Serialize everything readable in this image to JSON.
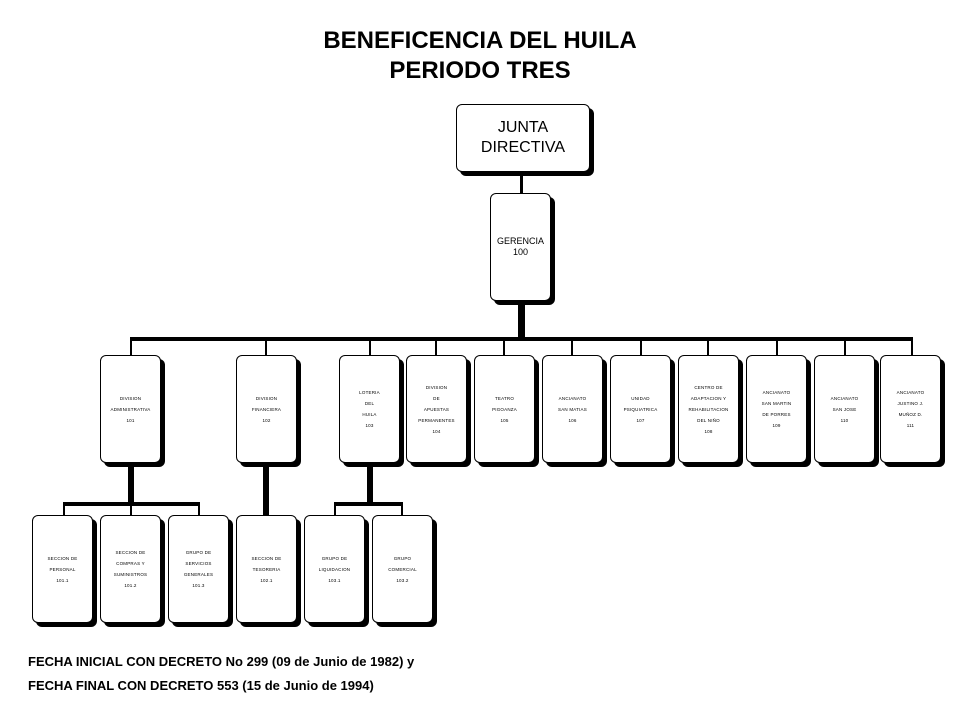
{
  "title": {
    "line1": "BENEFICENCIA DEL HUILA",
    "line2": "PERIODO TRES"
  },
  "org": {
    "root": {
      "lines": [
        "JUNTA",
        "DIRECTIVA"
      ]
    },
    "gerencia": {
      "lines": [
        "GERENCIA",
        "100"
      ]
    },
    "units": [
      {
        "lines": [
          "DIVISION",
          "ADMINISTRATIVA",
          "101"
        ]
      },
      {
        "lines": [
          "DIVISION",
          "FINANCIERA",
          "102"
        ]
      },
      {
        "lines": [
          "LOTERIA",
          "DEL",
          "HUILA",
          "103"
        ]
      },
      {
        "lines": [
          "DIVISION",
          "DE",
          "APUESTAS",
          "PERMANENTES",
          "104"
        ]
      },
      {
        "lines": [
          "TEATRO",
          "PIGOANZA",
          "105"
        ]
      },
      {
        "lines": [
          "ANCIANATO",
          "SAN MATIAS",
          "106"
        ]
      },
      {
        "lines": [
          "UNIDAD",
          "PSIQUIATRICA",
          "107"
        ]
      },
      {
        "lines": [
          "CENTRO DE",
          "ADAPTACION Y",
          "REHABILITACION",
          "DEL NIÑO",
          "108"
        ]
      },
      {
        "lines": [
          "ANCIANATO",
          "SAN MARTIN",
          "DE PORRES",
          "109"
        ]
      },
      {
        "lines": [
          "ANCIANATO",
          "SAN JOSE",
          "110"
        ]
      },
      {
        "lines": [
          "ANCIANATO",
          "JUSTINO J.",
          "MUÑOZ D.",
          "111"
        ]
      }
    ],
    "subunits": [
      {
        "lines": [
          "SECCION DE",
          "PERSONAL",
          "101.1"
        ]
      },
      {
        "lines": [
          "SECCION DE",
          "COMPRAS Y",
          "SUMINISTROS",
          "101.2"
        ]
      },
      {
        "lines": [
          "GRUPO DE",
          "SERVICIOS",
          "GENERALES",
          "101.3"
        ]
      },
      {
        "lines": [
          "SECCION DE",
          "TESORERIA",
          "102.1"
        ]
      },
      {
        "lines": [
          "GRUPO DE",
          "LIQUIDACION",
          "103.1"
        ]
      },
      {
        "lines": [
          "GRUPO",
          "COMERCIAL",
          "103.2"
        ]
      }
    ]
  },
  "footer": {
    "line1": "FECHA INICIAL CON DECRETO No 299 (09 de Junio de 1982) y",
    "line2": "FECHA FINAL CON DECRETO 553 (15 de Junio de 1994)"
  }
}
